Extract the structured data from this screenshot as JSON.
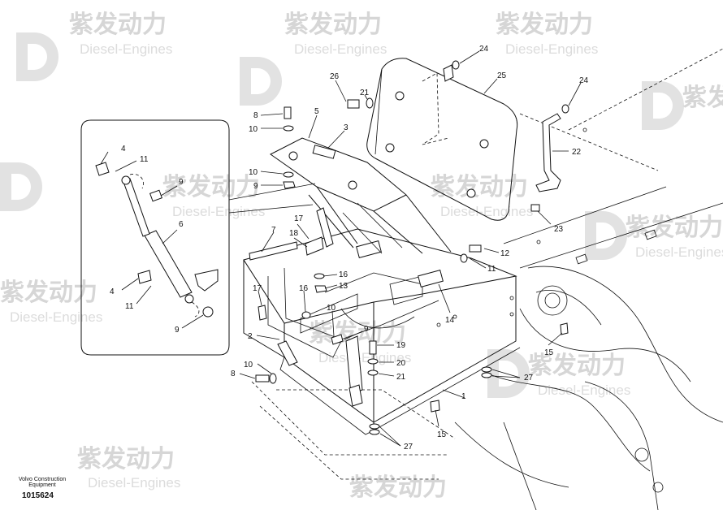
{
  "watermark": {
    "brand_cn": "紫发动力",
    "brand_en": "Diesel-Engines"
  },
  "footer": {
    "company_line1": "Volvo Construction",
    "company_line2": "Equipment",
    "drawing_number": "1015624"
  },
  "callouts": {
    "c1": "1",
    "c2": "2",
    "c3": "3",
    "c4a": "4",
    "c4b": "4",
    "c5": "5",
    "c6": "6",
    "c7": "7",
    "c8a": "8",
    "c8b": "8",
    "c9a": "9",
    "c9b": "9",
    "c9c": "9",
    "c9d": "9",
    "c10a": "10",
    "c10b": "10",
    "c10c": "10",
    "c10d": "10",
    "c11a": "11",
    "c11b": "11",
    "c11c": "11",
    "c12": "12",
    "c13": "13",
    "c14": "14",
    "c15a": "15",
    "c15b": "15",
    "c16a": "16",
    "c16b": "16",
    "c17a": "17",
    "c17b": "17",
    "c18": "18",
    "c19": "19",
    "c20": "20",
    "c21a": "21",
    "c21b": "21",
    "c22": "22",
    "c23": "23",
    "c24a": "24",
    "c24b": "24",
    "c25": "25",
    "c26": "26",
    "c27a": "27",
    "c27b": "27"
  }
}
